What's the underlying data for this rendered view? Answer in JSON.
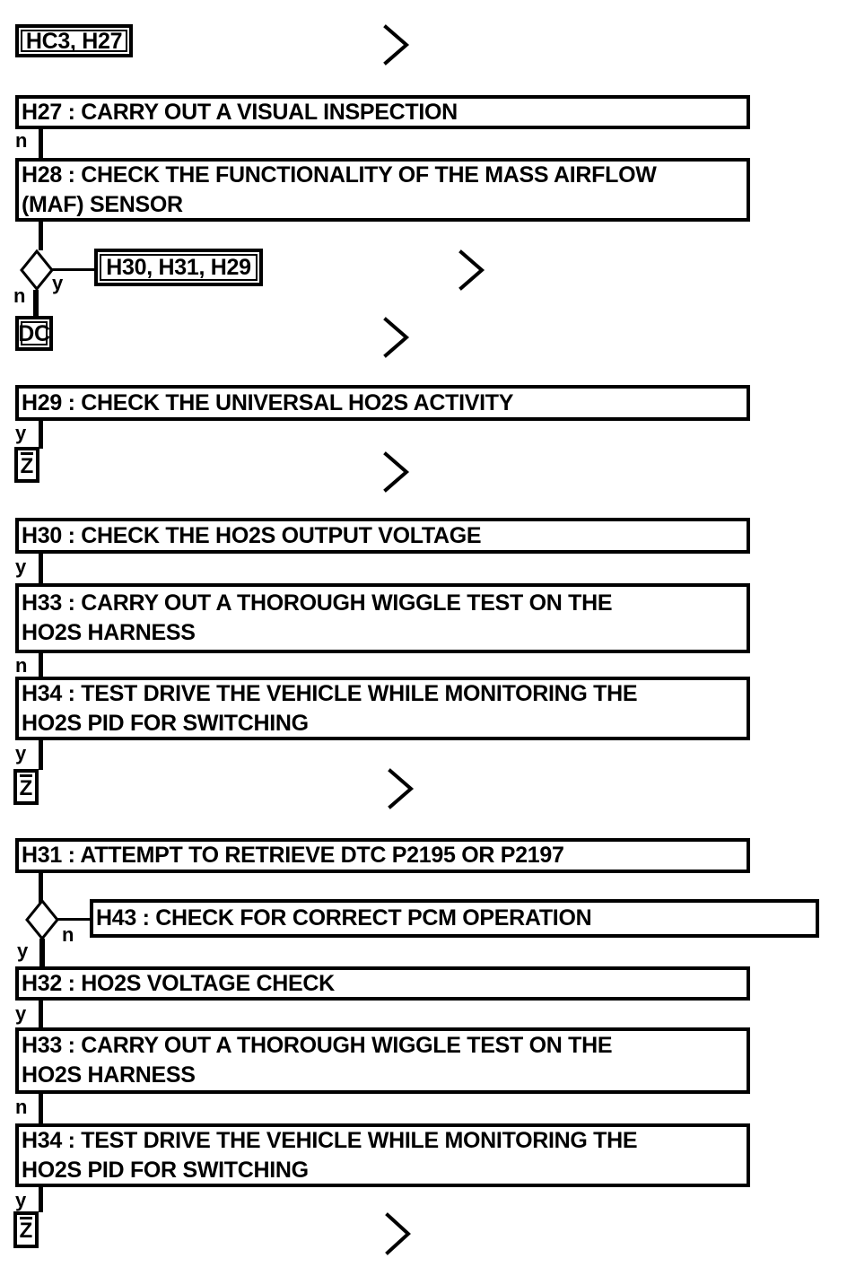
{
  "labels": {
    "yes": "y",
    "no": "n"
  },
  "refs": {
    "entry": "HC3, H27",
    "branch_yes": "H30, H31, H29",
    "dc": "DC",
    "z": "Z"
  },
  "steps": {
    "h27": "H27 : CARRY OUT A VISUAL INSPECTION",
    "h28": "H28 : CHECK THE FUNCTIONALITY OF THE MASS AIRFLOW\n(MAF) SENSOR",
    "h29": "H29 : CHECK THE UNIVERSAL HO2S ACTIVITY",
    "h30": "H30 : CHECK THE HO2S OUTPUT VOLTAGE",
    "h31": "H31 : ATTEMPT TO RETRIEVE DTC P2195 OR P2197",
    "h32": "H32 : HO2S VOLTAGE CHECK",
    "h33": "H33 : CARRY OUT A THOROUGH WIGGLE TEST ON THE\nHO2S HARNESS",
    "h34": "H34 : TEST DRIVE THE VEHICLE WHILE MONITORING THE\nHO2S PID FOR SWITCHING",
    "h43": "H43 : CHECK FOR CORRECT PCM OPERATION"
  },
  "icons": {
    "continuation": "chevron-right",
    "decision": "diamond"
  },
  "colors": {
    "line": "#000000",
    "background": "#ffffff"
  }
}
